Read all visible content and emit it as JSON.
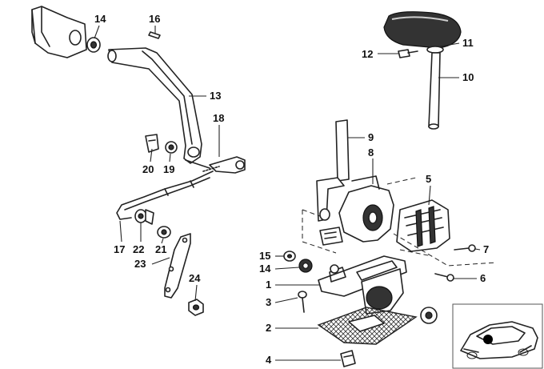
{
  "callouts": [
    {
      "id": "14",
      "label": "14"
    },
    {
      "id": "16",
      "label": "16"
    },
    {
      "id": "13",
      "label": "13"
    },
    {
      "id": "18",
      "label": "18"
    },
    {
      "id": "20",
      "label": "20"
    },
    {
      "id": "19",
      "label": "19"
    },
    {
      "id": "17",
      "label": "17"
    },
    {
      "id": "22",
      "label": "22"
    },
    {
      "id": "21",
      "label": "21"
    },
    {
      "id": "23",
      "label": "23"
    },
    {
      "id": "24",
      "label": "24"
    },
    {
      "id": "11",
      "label": "11"
    },
    {
      "id": "12",
      "label": "12"
    },
    {
      "id": "10",
      "label": "10"
    },
    {
      "id": "9",
      "label": "9"
    },
    {
      "id": "8",
      "label": "8"
    },
    {
      "id": "5",
      "label": "5"
    },
    {
      "id": "7",
      "label": "7"
    },
    {
      "id": "6",
      "label": "6"
    },
    {
      "id": "15",
      "label": "15"
    },
    {
      "id": "14b",
      "label": "14"
    },
    {
      "id": "1",
      "label": "1"
    },
    {
      "id": "3",
      "label": "3"
    },
    {
      "id": "2",
      "label": "2"
    },
    {
      "id": "4",
      "label": "4"
    }
  ],
  "colors": {
    "line": "#222222",
    "background": "#ffffff",
    "marker": "#000000"
  },
  "icons": {
    "car_thumbnail": "car-location-thumbnail"
  }
}
